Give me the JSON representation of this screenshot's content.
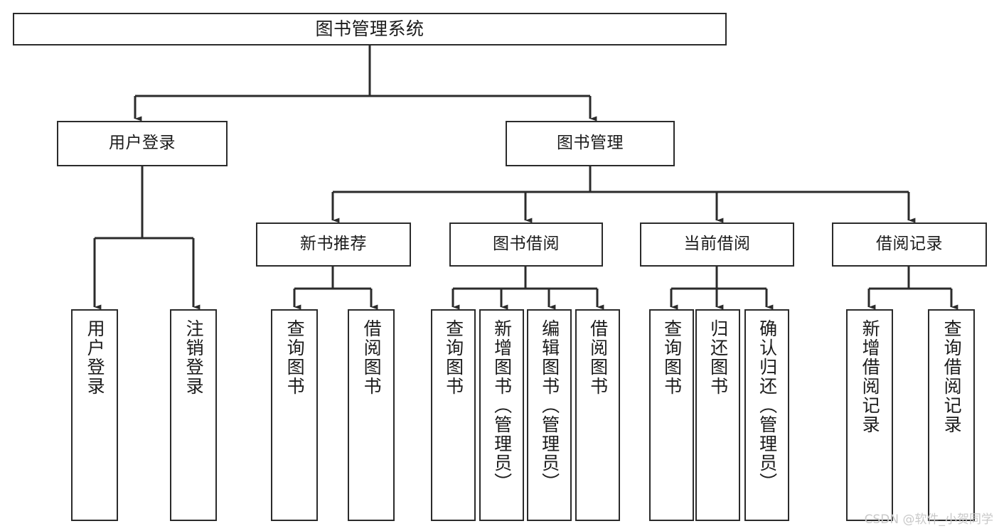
{
  "diagram": {
    "type": "tree",
    "title": "图书管理系统",
    "orientation": "top-down",
    "colors": {
      "node_border": "#2b2b2b",
      "node_fill": "#ffffff",
      "edge": "#2b2b2b",
      "text": "#1b1b1b",
      "watermark": "#c9c9c9"
    },
    "root": {
      "id": "root",
      "label": "图书管理系统"
    },
    "level2": [
      {
        "id": "user-login",
        "label": "用户登录"
      },
      {
        "id": "book-manage",
        "label": "图书管理"
      }
    ],
    "level3": [
      {
        "id": "new-book-recommend",
        "label": "新书推荐"
      },
      {
        "id": "book-borrow",
        "label": "图书借阅"
      },
      {
        "id": "current-borrow",
        "label": "当前借阅"
      },
      {
        "id": "borrow-record",
        "label": "借阅记录"
      }
    ],
    "leaves": {
      "user_login": [
        {
          "id": "leaf-user-login",
          "label": "用户登录"
        },
        {
          "id": "leaf-user-logout",
          "label": "注销登录"
        }
      ],
      "new_book_recommend": [
        {
          "id": "leaf-query-book-1",
          "label": "查询图书"
        },
        {
          "id": "leaf-borrow-book-1",
          "label": "借阅图书"
        }
      ],
      "book_borrow": [
        {
          "id": "leaf-query-book-2",
          "label": "查询图书"
        },
        {
          "id": "leaf-add-book",
          "label": "新增图书（管理员）"
        },
        {
          "id": "leaf-edit-book",
          "label": "编辑图书（管理员）"
        },
        {
          "id": "leaf-borrow-book-2",
          "label": "借阅图书"
        }
      ],
      "current_borrow": [
        {
          "id": "leaf-query-book-3",
          "label": "查询图书"
        },
        {
          "id": "leaf-return-book",
          "label": "归还图书"
        },
        {
          "id": "leaf-confirm-return",
          "label": "确认归还（管理员）"
        }
      ],
      "borrow_record": [
        {
          "id": "leaf-add-record",
          "label": "新增借阅记录"
        },
        {
          "id": "leaf-query-record",
          "label": "查询借阅记录"
        }
      ]
    }
  },
  "watermark": {
    "text": "CSDN @软件_小贺同学"
  }
}
